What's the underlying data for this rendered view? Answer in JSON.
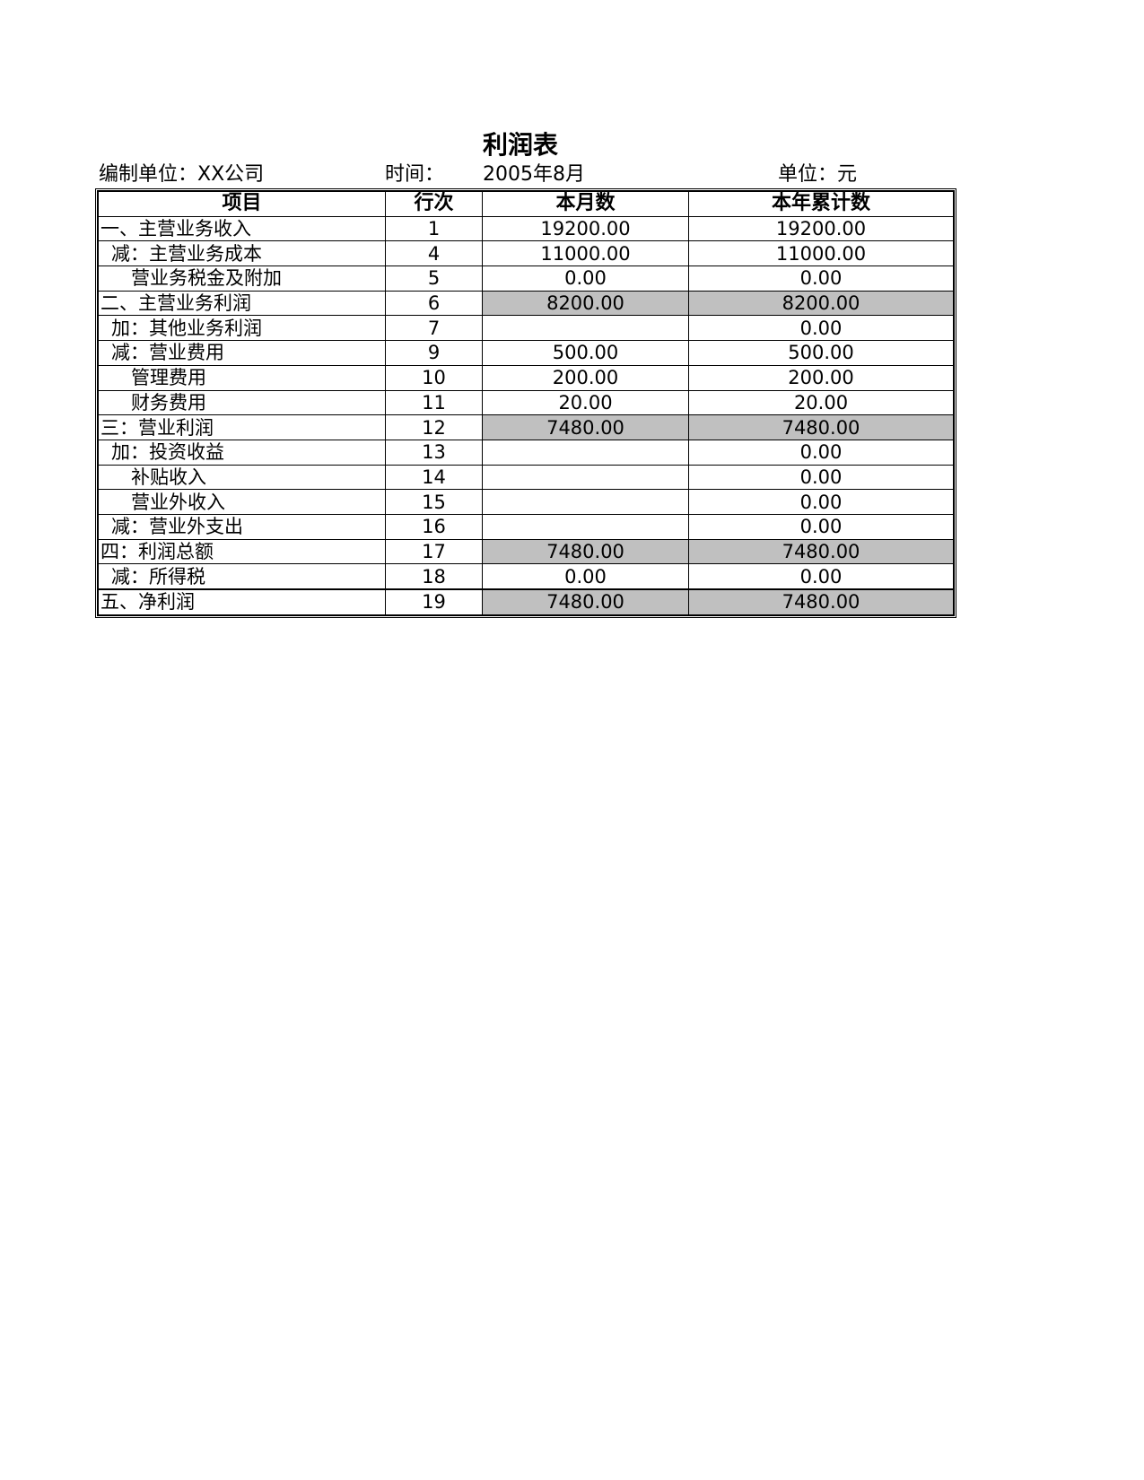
{
  "document": {
    "title": "利润表",
    "org_label": "编制单位：XX公司",
    "time_label": "时间：",
    "time_value": "2005年8月",
    "unit_label": "单位：元"
  },
  "table": {
    "headers": [
      "项目",
      "行次",
      "本月数",
      "本年累计数"
    ],
    "rows": [
      {
        "item": "一、主营业务收入",
        "indent": 0,
        "line": "1",
        "month": "19200.00",
        "ytd": "19200.00",
        "total": false
      },
      {
        "item": "减：主营业务成本",
        "indent": 1,
        "line": "4",
        "month": "11000.00",
        "ytd": "11000.00",
        "total": false
      },
      {
        "item": "营业务税金及附加",
        "indent": 2,
        "line": "5",
        "month": "0.00",
        "ytd": "0.00",
        "total": false
      },
      {
        "item": "二、主营业务利润",
        "indent": 0,
        "line": "6",
        "month": "8200.00",
        "ytd": "8200.00",
        "total": true
      },
      {
        "item": "加：其他业务利润",
        "indent": 1,
        "line": "7",
        "month": "",
        "ytd": "0.00",
        "total": false
      },
      {
        "item": "减：营业费用",
        "indent": 1,
        "line": "9",
        "month": "500.00",
        "ytd": "500.00",
        "total": false
      },
      {
        "item": "管理费用",
        "indent": 2,
        "line": "10",
        "month": "200.00",
        "ytd": "200.00",
        "total": false
      },
      {
        "item": "财务费用",
        "indent": 2,
        "line": "11",
        "month": "20.00",
        "ytd": "20.00",
        "total": false
      },
      {
        "item": "三：营业利润",
        "indent": 0,
        "line": "12",
        "month": "7480.00",
        "ytd": "7480.00",
        "total": true
      },
      {
        "item": "加：投资收益",
        "indent": 1,
        "line": "13",
        "month": "",
        "ytd": "0.00",
        "total": false
      },
      {
        "item": "补贴收入",
        "indent": 2,
        "line": "14",
        "month": "",
        "ytd": "0.00",
        "total": false
      },
      {
        "item": "营业外收入",
        "indent": 2,
        "line": "15",
        "month": "",
        "ytd": "0.00",
        "total": false
      },
      {
        "item": "减：营业外支出",
        "indent": 1,
        "line": "16",
        "month": "",
        "ytd": "0.00",
        "total": false
      },
      {
        "item": "四：利润总额",
        "indent": 0,
        "line": "17",
        "month": "7480.00",
        "ytd": "7480.00",
        "total": true
      },
      {
        "item": "减：所得税",
        "indent": 1,
        "line": "18",
        "month": "0.00",
        "ytd": "0.00",
        "total": false
      },
      {
        "item": "五、净利润",
        "indent": 0,
        "line": "19",
        "month": "7480.00",
        "ytd": "7480.00",
        "total": true
      }
    ]
  },
  "colors": {
    "total_fill": "#c0c0c0",
    "border": "#000000"
  }
}
